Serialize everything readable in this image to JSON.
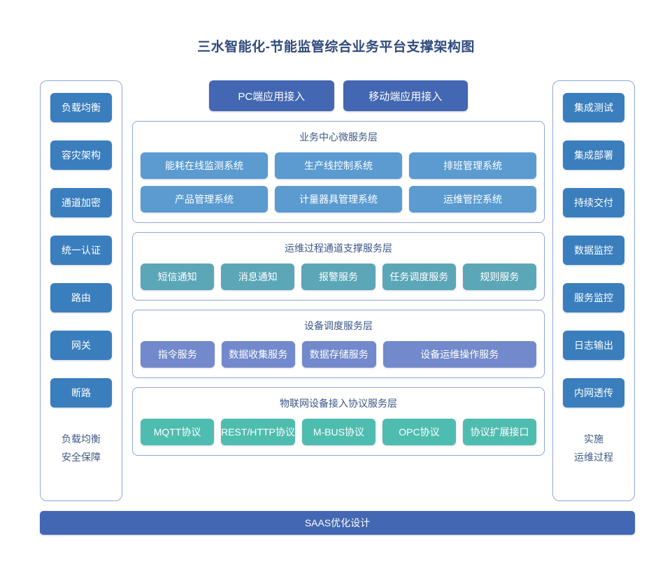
{
  "title": "三水智能化-节能监管综合业务平台支撑架构图",
  "colors": {
    "title": "#2f4a7c",
    "sidebar_chip": "#3a7ebd",
    "access_bar": "#4367b2",
    "business_chip": "#5b9bd0",
    "ops_chip": "#5ba6b7",
    "device_chip": "#7289cb",
    "protocol_chip": "#4fbcb0",
    "panel_border": "#8fa6d8",
    "bottom_bar": "#4367b2",
    "background": "#ffffff"
  },
  "left_sidebar": {
    "items": [
      {
        "label": "负载均衡"
      },
      {
        "label": "容灾架构"
      },
      {
        "label": "通道加密"
      },
      {
        "label": "统一认证"
      },
      {
        "label": "路由"
      },
      {
        "label": "网关"
      },
      {
        "label": "断路"
      }
    ],
    "footer_line1": "负载均衡",
    "footer_line2": "安全保障"
  },
  "right_sidebar": {
    "items": [
      {
        "label": "集成测试"
      },
      {
        "label": "集成部署"
      },
      {
        "label": "持续交付"
      },
      {
        "label": "数据监控"
      },
      {
        "label": "服务监控"
      },
      {
        "label": "日志输出"
      },
      {
        "label": "内网透传"
      }
    ],
    "footer_line1": "实施",
    "footer_line2": "运维过程"
  },
  "access": {
    "bars": [
      {
        "label": "PC端应用接入"
      },
      {
        "label": "移动端应用接入"
      }
    ]
  },
  "layers": [
    {
      "title": "业务中心微服务层",
      "style": "c-biz",
      "rows": [
        [
          {
            "label": "能耗在线监测系统"
          },
          {
            "label": "生产线控制系统"
          },
          {
            "label": "排班管理系统"
          }
        ],
        [
          {
            "label": "产品管理系统"
          },
          {
            "label": "计量器具管理系统"
          },
          {
            "label": "运维管控系统"
          }
        ]
      ]
    },
    {
      "title": "运维过程通道支撑服务层",
      "style": "c-ops",
      "rows": [
        [
          {
            "label": "短信通知"
          },
          {
            "label": "消息通知"
          },
          {
            "label": "报警服务"
          },
          {
            "label": "任务调度服务"
          },
          {
            "label": "规则服务"
          }
        ]
      ]
    },
    {
      "title": "设备调度服务层",
      "style": "c-device",
      "rows": [
        [
          {
            "label": "指令服务"
          },
          {
            "label": "数据收集服务"
          },
          {
            "label": "数据存储服务"
          },
          {
            "label": "设备运维操作服务",
            "wide": true
          }
        ]
      ]
    },
    {
      "title": "物联网设备接入协议服务层",
      "style": "c-proto",
      "rows": [
        [
          {
            "label": "MQTT协议"
          },
          {
            "label": "REST/HTTP协议"
          },
          {
            "label": "M-BUS协议"
          },
          {
            "label": "OPC协议"
          },
          {
            "label": "协议扩展接口"
          }
        ]
      ]
    }
  ],
  "bottom": {
    "label": "SAAS优化设计"
  }
}
